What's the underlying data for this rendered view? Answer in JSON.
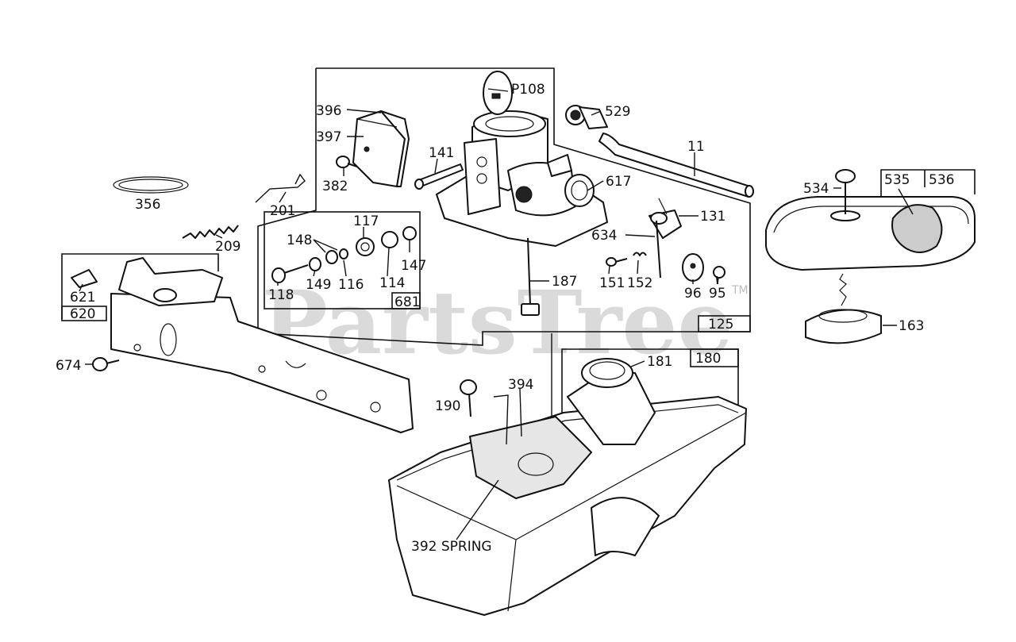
{
  "watermark": {
    "brand": "PartsTree",
    "trademark": "TM"
  },
  "callouts": {
    "p108": "P108",
    "p529": "529",
    "p396": "396",
    "p397": "397",
    "p382": "382",
    "p141": "141",
    "p11": "11",
    "p617": "617",
    "p356": "356",
    "p201": "201",
    "p209": "209",
    "p117": "117",
    "p148": "148",
    "p147": "147",
    "p149": "149",
    "p116": "116",
    "p114": "114",
    "p118": "118",
    "p681": "681",
    "p534": "534",
    "p535": "535",
    "p536": "536",
    "p131": "131",
    "p634": "634",
    "p151": "151",
    "p152": "152",
    "p96": "96",
    "p95": "95",
    "p187": "187",
    "p163": "163",
    "p125": "125",
    "p621": "621",
    "p620": "620",
    "p674": "674",
    "p181": "181",
    "p180": "180",
    "p190": "190",
    "p394": "394",
    "p392": "392 SPRING"
  }
}
